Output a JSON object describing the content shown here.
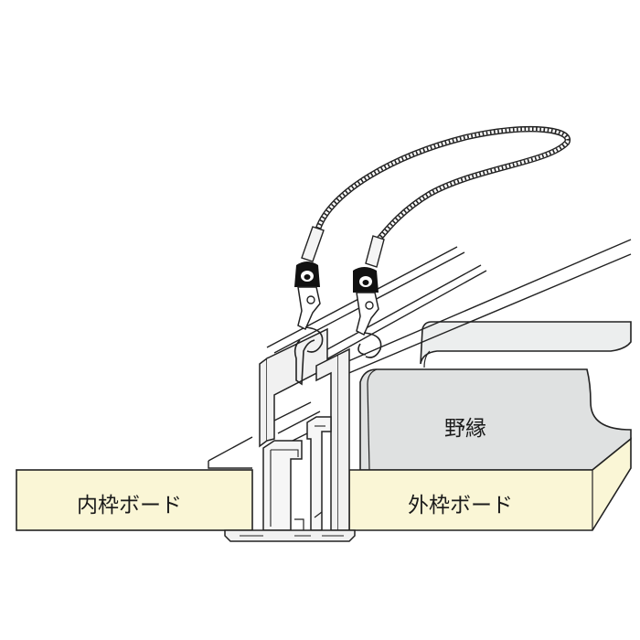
{
  "labels": {
    "inner_board": "内枠ボード",
    "outer_board": "外枠ボード",
    "joist": "野縁"
  },
  "colors": {
    "line": "#222222",
    "board_fill": "#faf6d6",
    "joist_fill": "#dfe1e1",
    "joist_top_fill": "#eceeee",
    "metal_fill": "#f1f1f1",
    "wire_fill": "#ffffff"
  }
}
